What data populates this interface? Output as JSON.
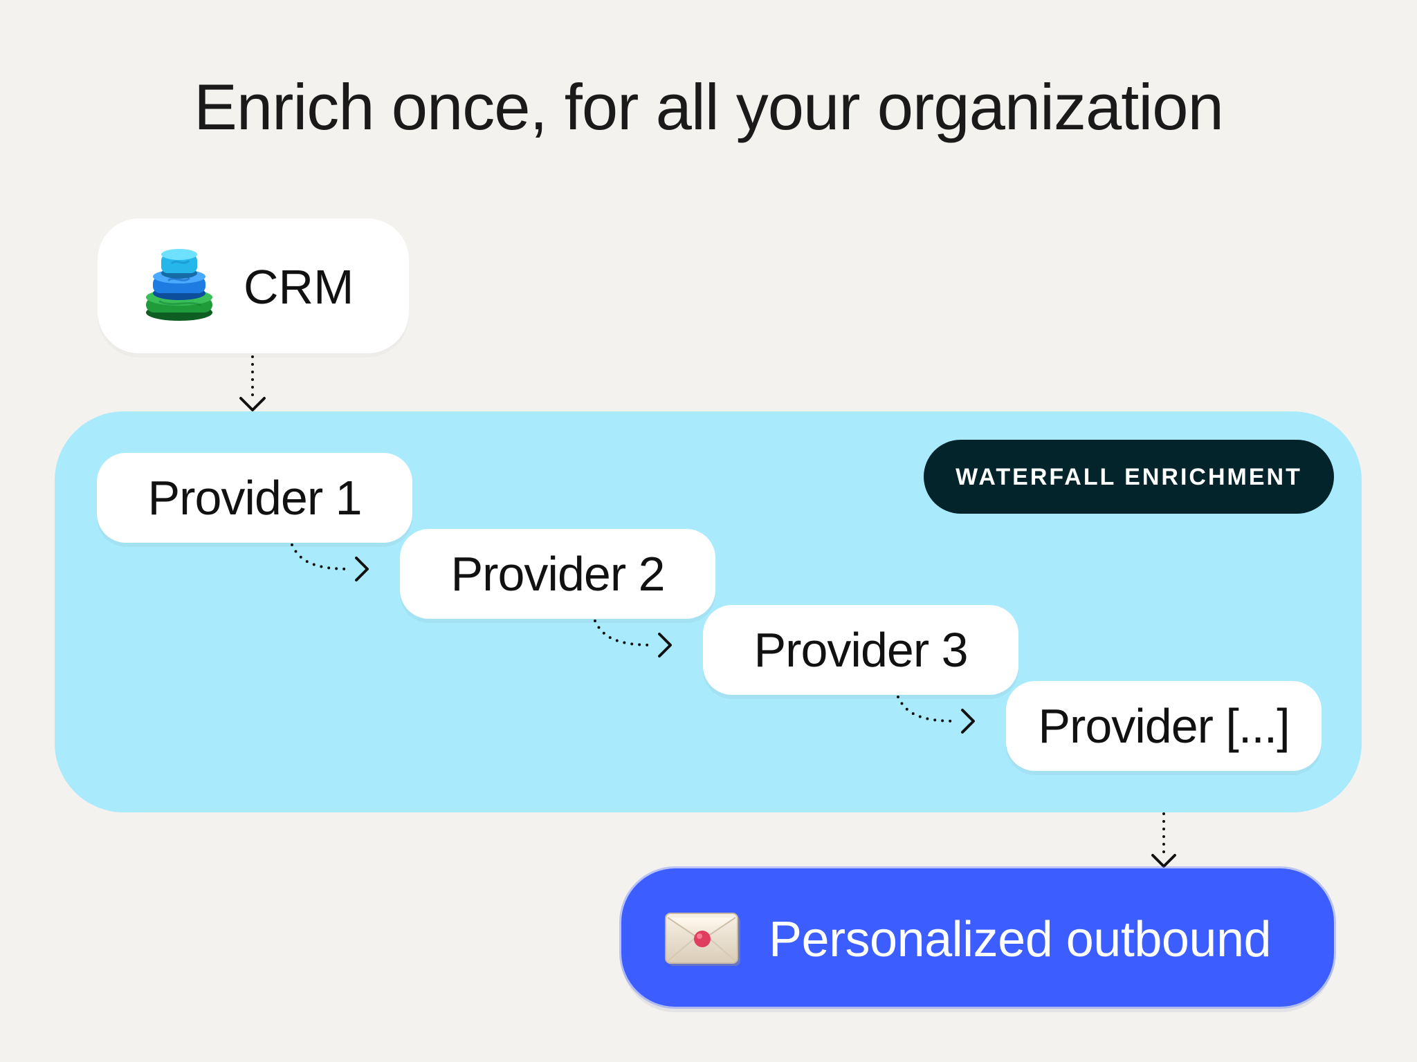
{
  "heading": {
    "title": "Enrich once, for all your organization"
  },
  "crm": {
    "label": "CRM",
    "icon": "layered-database-icon"
  },
  "waterfall": {
    "badge": "WATERFALL ENRICHMENT",
    "panel_color": "#a9eafc",
    "badge_color": "#03242b",
    "providers": [
      {
        "label": "Provider 1"
      },
      {
        "label": "Provider 2"
      },
      {
        "label": "Provider 3"
      },
      {
        "label": "Provider [...]"
      }
    ]
  },
  "output": {
    "label": "Personalized outbound",
    "icon": "envelope-icon",
    "button_color": "#3c5dff"
  },
  "connectors": [
    {
      "from": "CRM",
      "to": "WATERFALL ENRICHMENT"
    },
    {
      "from": "Provider 1",
      "to": "Provider 2"
    },
    {
      "from": "Provider 2",
      "to": "Provider 3"
    },
    {
      "from": "Provider 3",
      "to": "Provider [...]"
    },
    {
      "from": "WATERFALL ENRICHMENT",
      "to": "Personalized outbound"
    }
  ]
}
